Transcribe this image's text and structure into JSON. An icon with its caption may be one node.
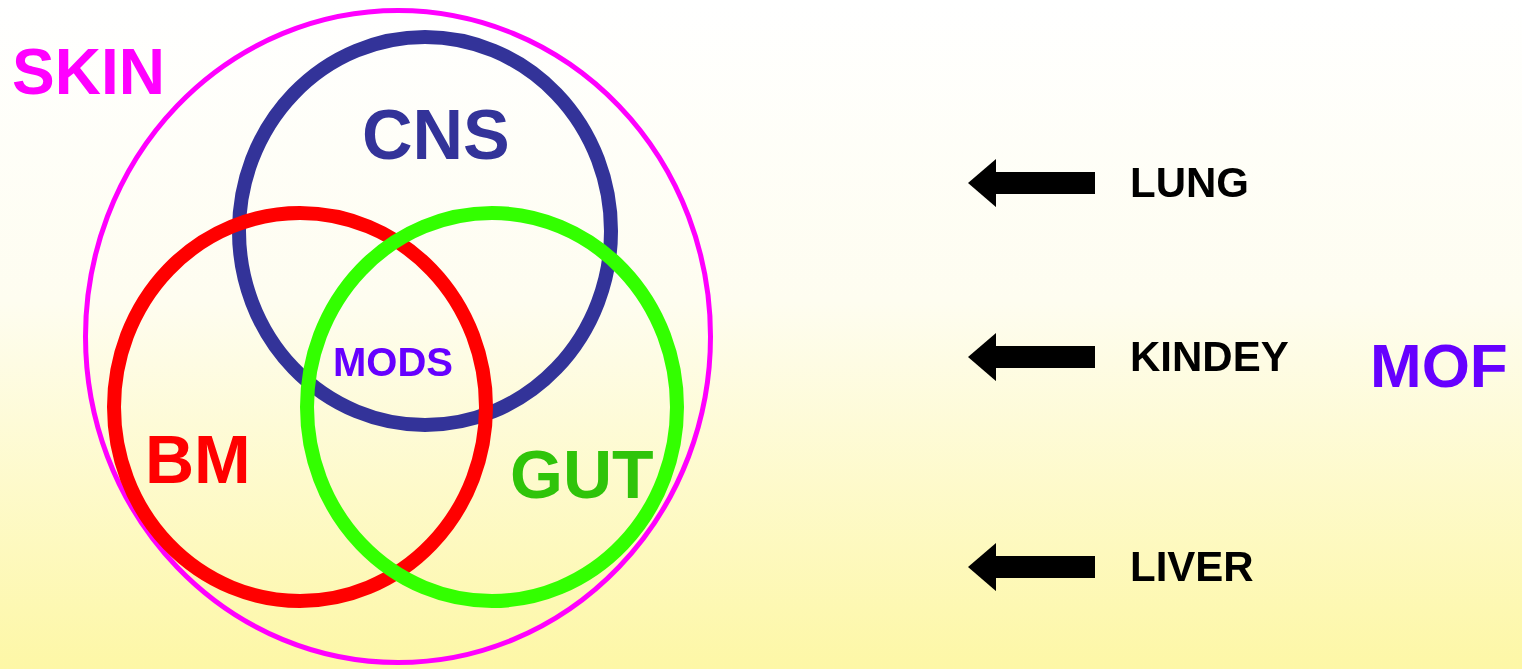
{
  "diagram": {
    "nodes": [
      {
        "text": [
          "SKIN"
        ]
      },
      {
        "text": [
          "CNS"
        ],
        "in": 0
      },
      {
        "text": [
          "BM"
        ],
        "in": 0
      },
      {
        "text": [
          "GUT"
        ],
        "in": 0
      },
      {
        "text": [
          "LUNG"
        ]
      },
      {
        "text": [
          "KINDEY"
        ]
      },
      {
        "text": [
          "LIVER"
        ]
      }
    ],
    "edges": [
      {
        "from": 4,
        "to": null,
        "arrow": "to"
      },
      {
        "from": 5,
        "to": null,
        "arrow": "to"
      },
      {
        "from": 6,
        "to": null,
        "arrow": "to"
      }
    ],
    "labels": [
      "MODS",
      "MOF"
    ]
  }
}
